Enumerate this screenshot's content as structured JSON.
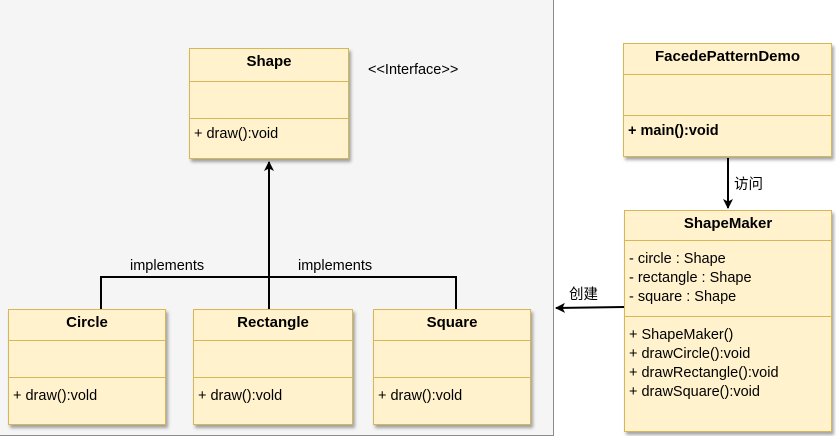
{
  "interface_note": "<<Interface>>",
  "classes": {
    "shape": {
      "name": "Shape",
      "methods": [
        "+ draw():void"
      ]
    },
    "facade_demo": {
      "name": "FacedePatternDemo",
      "methods": [
        "+ main():void"
      ]
    },
    "shape_maker": {
      "name": "ShapeMaker",
      "fields": [
        "- circle : Shape",
        "- rectangle : Shape",
        "- square : Shape"
      ],
      "methods": [
        "+ ShapeMaker()",
        "+ drawCircle():void",
        "+ drawRectangle():void",
        "+ drawSquare():void"
      ]
    },
    "circle": {
      "name": "Circle",
      "methods": [
        "+ draw():vold"
      ]
    },
    "rectangle": {
      "name": "Rectangle",
      "methods": [
        "+ draw():vold"
      ]
    },
    "square": {
      "name": "Square",
      "methods": [
        "+ draw():vold"
      ]
    }
  },
  "edges": {
    "implements_left": "implements",
    "implements_right": "implements",
    "visit": "访问",
    "create": "创建"
  }
}
